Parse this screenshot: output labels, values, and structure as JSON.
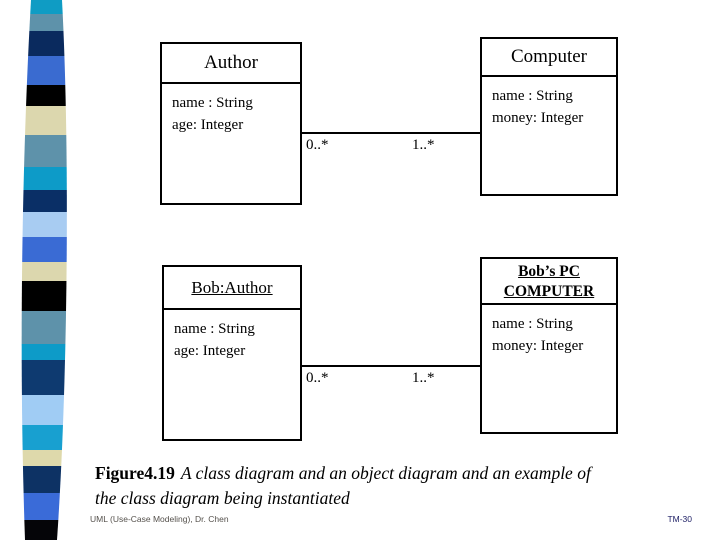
{
  "slide": {
    "caption": {
      "bold": "Figure4.19",
      "line1_italic": "A class diagram and an object diagram and an example of",
      "line2_italic": "the class diagram being instantiated"
    },
    "footer_left": "UML (Use-Case Modeling), Dr. Chen",
    "footer_right": "TM-30"
  },
  "uml": {
    "classes": {
      "author": {
        "title": "Author",
        "attributes": [
          "name : String",
          "age: Integer"
        ]
      },
      "computer": {
        "title": "Computer",
        "attributes": [
          "name : String",
          "money: Integer"
        ]
      },
      "mult_left": "0..*",
      "mult_right": "1..*"
    },
    "objects": {
      "bob": {
        "title": "Bob:Author",
        "attributes": [
          "name : String",
          "age: Integer"
        ]
      },
      "bobs_pc": {
        "title_line1": "Bob’s PC",
        "title_line2": "COMPUTER",
        "attributes": [
          "name : String",
          "money: Integer"
        ]
      },
      "mult_left": "0..*",
      "mult_right": "1..*"
    }
  },
  "colors": {
    "line_black": "#000000",
    "footer_gray": "#55514c",
    "footer_navy": "#1f2066"
  },
  "ribbon": {
    "segments": [
      {
        "c": "#0f9cc4",
        "h": 14
      },
      {
        "c": "#5e92aa",
        "h": 17
      },
      {
        "c": "#0a2a5e",
        "h": 25
      },
      {
        "c": "#3a6bd0",
        "h": 29
      },
      {
        "c": "#000000",
        "h": 21
      },
      {
        "c": "#dcd7ae",
        "h": 29
      },
      {
        "c": "#5e92aa",
        "h": 32
      },
      {
        "c": "#0d9bc8",
        "h": 23
      },
      {
        "c": "#0a2f66",
        "h": 22
      },
      {
        "c": "#a8ccf2",
        "h": 25
      },
      {
        "c": "#3a6bd4",
        "h": 25
      },
      {
        "c": "#dcd7ae",
        "h": 19
      },
      {
        "c": "#000000",
        "h": 30
      },
      {
        "c": "#5e92aa",
        "h": 33
      },
      {
        "c": "#0d9bc8",
        "h": 16
      },
      {
        "c": "#0e3a70",
        "h": 35
      },
      {
        "c": "#a0ccf4",
        "h": 30
      },
      {
        "c": "#18a0d0",
        "h": 25
      },
      {
        "c": "#ded9ab",
        "h": 16
      },
      {
        "c": "#0d3264",
        "h": 27
      },
      {
        "c": "#3a6bd8",
        "h": 27
      },
      {
        "c": "#050508",
        "h": 20
      }
    ]
  }
}
